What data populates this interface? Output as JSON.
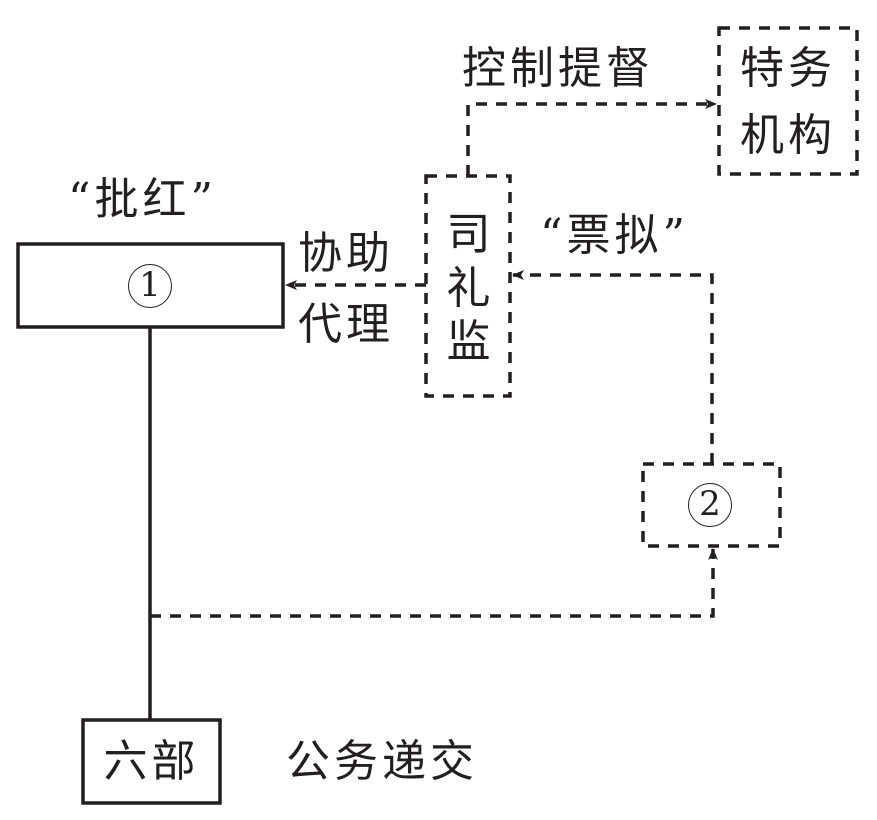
{
  "diagram": {
    "nodes": {
      "node1": {
        "label": "1",
        "note": "“批红”"
      },
      "node2": {
        "label": "2"
      },
      "silijian": {
        "label": "司礼监",
        "chars": [
          "司",
          "礼",
          "监"
        ]
      },
      "tewu": {
        "label": "特务机构",
        "line1": "特务",
        "line2": "机构"
      },
      "liubu": {
        "label": "六部"
      }
    },
    "edges": {
      "control": {
        "label": "控制提督",
        "from": "司礼监",
        "to": "特务机构",
        "style": "dashed"
      },
      "piaoni": {
        "label": "“票拟”",
        "from": "2",
        "to": "司礼监",
        "style": "dashed"
      },
      "assist": {
        "label_line1": "协助",
        "label_line2": "代理",
        "from": "司礼监",
        "to": "1",
        "style": "dashed"
      },
      "submit": {
        "label": "公务递交",
        "from": "六部",
        "to": "2",
        "style": "dashed"
      },
      "link": {
        "from": "1",
        "to": "六部",
        "style": "solid"
      }
    },
    "colors": {
      "ink": "#231f20",
      "background": "#ffffff"
    }
  }
}
